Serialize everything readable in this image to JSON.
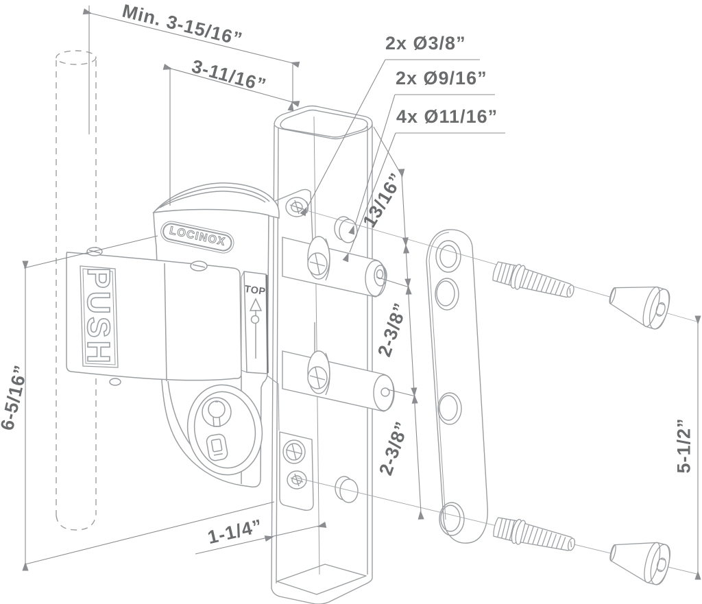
{
  "diagram_type": "gate-lock installation drawing",
  "colors": {
    "line": "#97999c",
    "dim_line": "#8b8d90",
    "text": "#696b6d"
  },
  "lock": {
    "brand_badge": "LOCINOX",
    "push_pad_label": "PUSH",
    "orientation_label": "TOP"
  },
  "callouts": {
    "screw_holes": "2x Ø3/8”",
    "cylinder_holes": "2x Ø9/16”",
    "bolt_holes": "4x Ø11/16”"
  },
  "dimensions": {
    "post_to_profile_min": "Min. 3-15/16”",
    "lock_width": "3-11/16”",
    "top_offset": "13/16”",
    "upper_spacing": "2-3/8”",
    "lower_spacing": "2-3/8”",
    "lock_height": "6-5/16”",
    "keep_length": "5-1/2”",
    "profile_width": "1-1/4”"
  }
}
